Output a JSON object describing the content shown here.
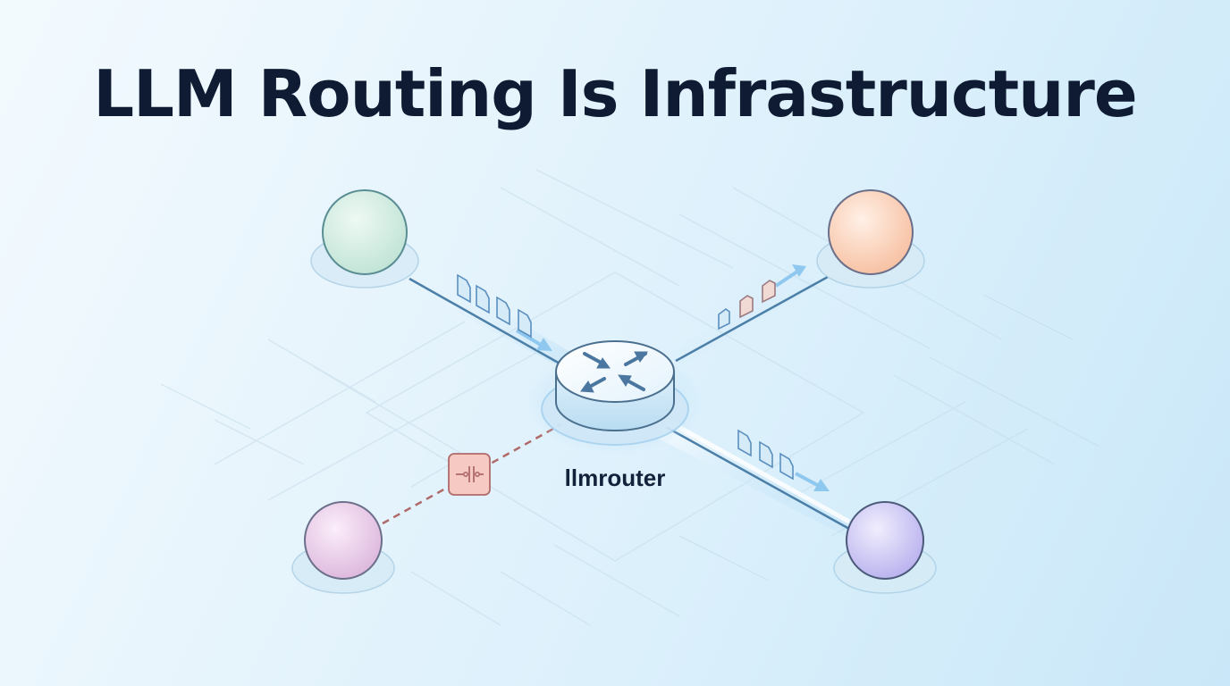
{
  "diagram": {
    "title": "LLM Routing Is Infrastructure",
    "router": {
      "label": "llmrouter",
      "icon": "routing-arrows-icon"
    },
    "nodes": [
      {
        "id": "top-left",
        "color": "#cfeee2",
        "shade": "#a9dcc9"
      },
      {
        "id": "top-right",
        "color": "#fdd6bf",
        "shade": "#f6b595"
      },
      {
        "id": "bottom-left",
        "color": "#f2d4ec",
        "shade": "#dcb1d9"
      },
      {
        "id": "bottom-right",
        "color": "#d8d4f5",
        "shade": "#b5aeea"
      }
    ],
    "links": [
      {
        "from": "top-left",
        "to": "router",
        "style": "solid",
        "packets": 4
      },
      {
        "from": "router",
        "to": "top-right",
        "style": "solid",
        "packets": 3
      },
      {
        "from": "router",
        "to": "bottom-right",
        "style": "solid",
        "packets": 3
      },
      {
        "from": "bottom-left",
        "to": "router",
        "style": "dashed-blocked",
        "packets": 0,
        "icon": "circuit-breaker-icon"
      }
    ],
    "colors": {
      "title": "#0e1b33",
      "link": "#4b7fa8",
      "blocked_link": "#b06a6a",
      "packet": "#5a8fc0",
      "blocked_icon_bg": "#f6c9c3"
    }
  }
}
